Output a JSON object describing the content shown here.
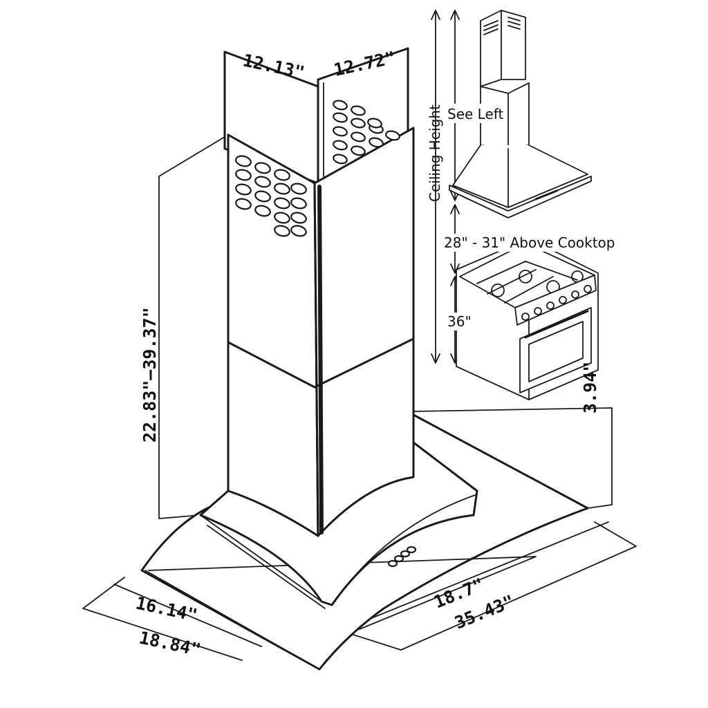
{
  "dimensions": {
    "chimney_width": "12.13\"",
    "chimney_depth": "12.72\"",
    "chimney_height_range": "22.83\"–39.37\"",
    "hood_height": "3.94\"",
    "filter_depth": "16.14\"",
    "hood_depth": "18.84\"",
    "filter_width": "18.7\"",
    "hood_width": "35.43\""
  },
  "install_diagram": {
    "see_left": "See Left",
    "ceiling_height": "Ceiling Height",
    "above_cooktop": "28\" - 31\" Above Cooktop",
    "counter_height": "36\""
  },
  "colors": {
    "line": "#1a1a1a",
    "background": "#ffffff"
  },
  "icons": [
    "vent-slot-icon",
    "control-button-icon",
    "burner-grate-icon",
    "knob-icon",
    "oven-window-icon"
  ]
}
